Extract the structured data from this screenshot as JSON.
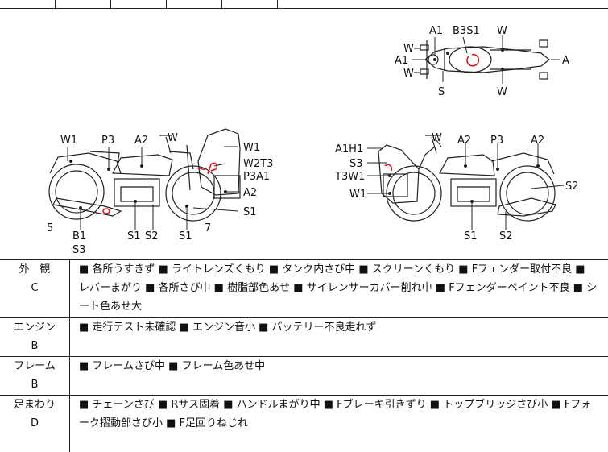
{
  "diagram": {
    "top_view": {
      "labels": [
        "A1",
        "B3S1",
        "W",
        "W",
        "A1",
        "W",
        "A",
        "S",
        "W"
      ]
    },
    "left_view": {
      "labels": [
        "W1",
        "P3",
        "A2",
        "W",
        "W1",
        "W2T3",
        "P3A1",
        "A2",
        "S1",
        "5",
        "7",
        "B1",
        "S3",
        "S1",
        "S2",
        "S1"
      ]
    },
    "right_view": {
      "labels": [
        "W",
        "A2",
        "P3",
        "A2",
        "A1H1",
        "S3",
        "T3W1",
        "W1",
        "S2",
        "S1",
        "S2"
      ]
    }
  },
  "rows": [
    {
      "category": "外　観",
      "grade": "C",
      "details": "■ 各所うすきず ■ ライトレンズくもり ■ タンク内さび中 ■ スクリーンくもり ■ Fフェンダー取付不良 ■ レバーまがり ■ 各所さび中 ■ 樹脂部色あせ ■ サイレンサーカバー削れ中 ■ Fフェンダーペイント不良 ■ シート色あせ大"
    },
    {
      "category": "エンジン",
      "grade": "B",
      "details": "■ 走行テスト未確認 ■ エンジン音小 ■ バッテリー不良走れず"
    },
    {
      "category": "フレーム",
      "grade": "B",
      "details": "■ フレームさび中 ■ フレーム色あせ中"
    },
    {
      "category": "足まわり",
      "grade": "D",
      "details": "■ チェーンさび ■ Rサス固着 ■ ハンドルまがり中 ■ Fブレーキ引きずり ■ トップブリッジさび小 ■ Fフォーク摺動部さび小 ■ F足回りねじれ"
    }
  ]
}
